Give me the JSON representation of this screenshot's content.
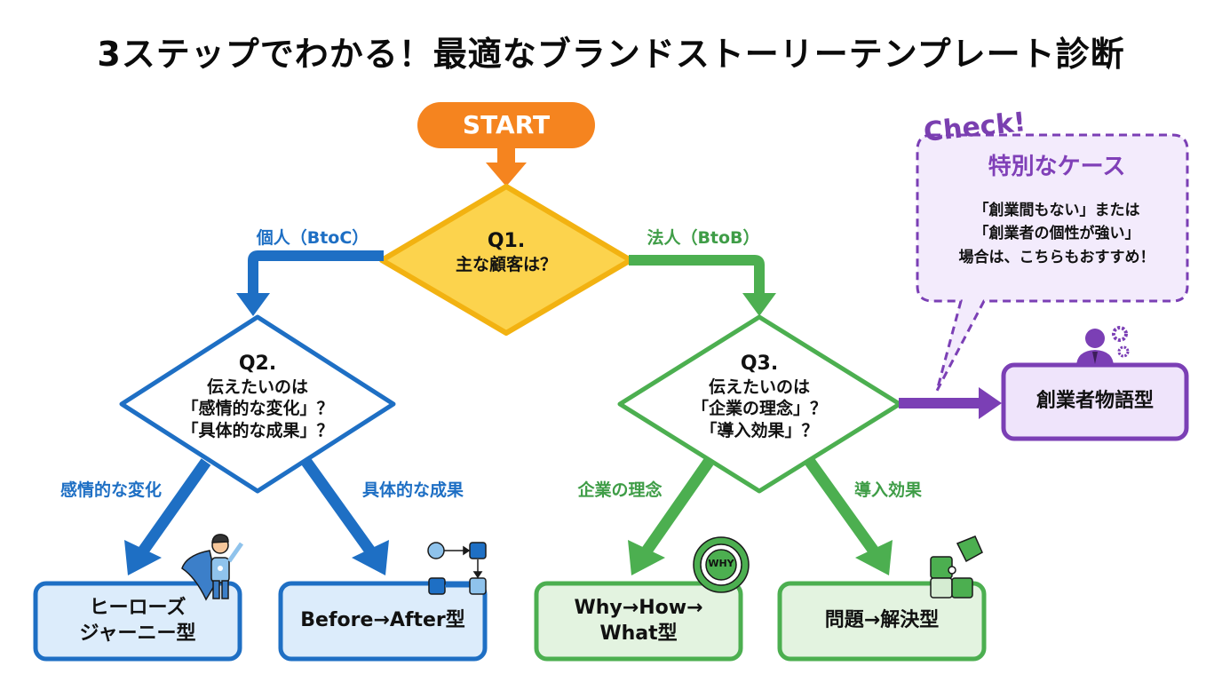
{
  "title": "3ステップでわかる！最適なブランドストーリーテンプレート診断",
  "colors": {
    "start": "#f5841f",
    "q1_fill": "#fcd34d",
    "q1_border": "#f2b211",
    "blue": "#1e6fc4",
    "blue_fill": "#dcecfb",
    "green": "#4caf50",
    "green_fill": "#e3f3e0",
    "purple": "#7b3fb5",
    "purple_fill": "#efe4fb"
  },
  "start": {
    "label": "START"
  },
  "q1": {
    "num": "Q1.",
    "text": "主な顧客は？"
  },
  "branches": {
    "btoc": "個人（BtoC）",
    "btob": "法人（BtoB）",
    "emotional": "感情的な変化",
    "concrete": "具体的な成果",
    "philosophy": "企業の理念",
    "effect": "導入効果"
  },
  "q2": {
    "num": "Q2.",
    "line1": "伝えたいのは",
    "line2": "「感情的な変化」？",
    "line3": "「具体的な成果」？"
  },
  "q3": {
    "num": "Q3.",
    "line1": "伝えたいのは",
    "line2": "「企業の理念」？",
    "line3": "「導入効果」？"
  },
  "results": [
    {
      "id": "hero",
      "line1": "ヒーローズ",
      "line2": "ジャーニー型",
      "icon": "superhero-icon"
    },
    {
      "id": "before-after",
      "line1": "Before→After型",
      "line2": "",
      "icon": "process-flow-icon"
    },
    {
      "id": "why-how-what",
      "line1": "Why→How→",
      "line2": "What型",
      "icon": "why-target-icon",
      "icon_text": "WHY"
    },
    {
      "id": "problem-solution",
      "line1": "問題→解決型",
      "line2": "",
      "icon": "puzzle-icon"
    }
  ],
  "founder": {
    "label": "創業者物語型",
    "icon": "businessperson-gears-icon"
  },
  "callout": {
    "badge": "Check!",
    "title": "特別なケース",
    "line1": "「創業間もない」または",
    "line2": "「創業者の個性が強い」",
    "line3": "場合は、こちらもおすすめ！"
  }
}
